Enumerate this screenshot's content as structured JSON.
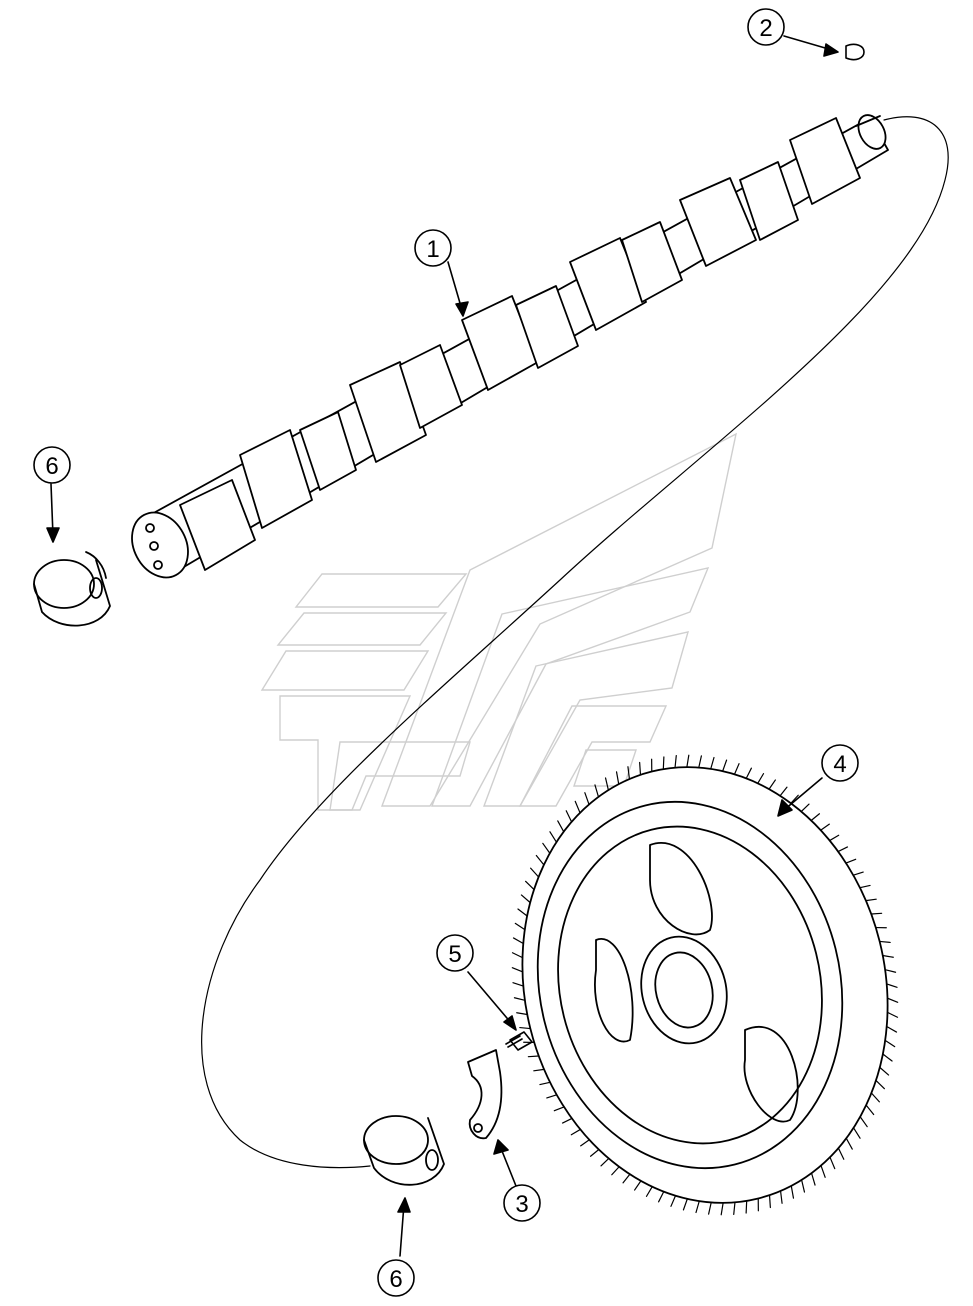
{
  "diagram": {
    "watermark": "watermark-logo",
    "parts": [
      {
        "id": "camshaft",
        "callout": "1"
      },
      {
        "id": "key",
        "callout": "2"
      },
      {
        "id": "thrust-plate",
        "callout": "3"
      },
      {
        "id": "camshaft-gear",
        "callout": "4"
      },
      {
        "id": "bolt",
        "callout": "5"
      },
      {
        "id": "bushing-front",
        "callout": "6"
      },
      {
        "id": "bushing-rear",
        "callout": "6"
      }
    ],
    "ink_color": "#000000",
    "watermark_color": "#cfcfcf"
  }
}
